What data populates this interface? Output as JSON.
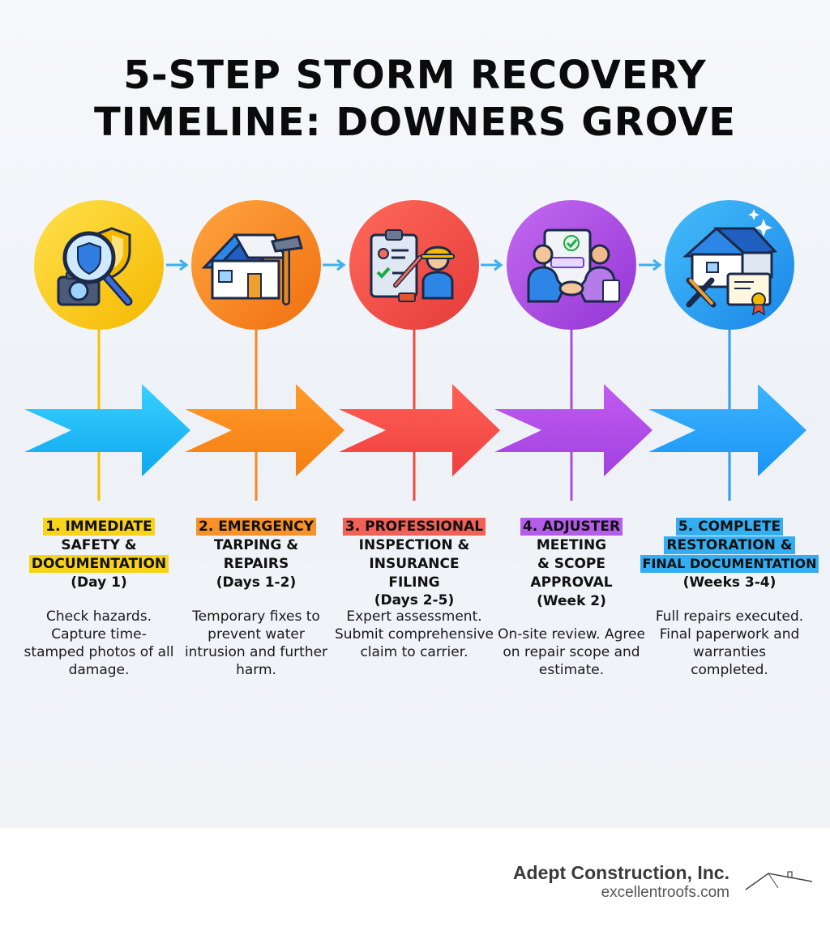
{
  "title": {
    "line1": "5-STEP STORM RECOVERY",
    "line2": "TIMELINE: DOWNERS GROVE"
  },
  "colors": {
    "step1": "#f7c800",
    "step2": "#f7821c",
    "step3": "#f24b45",
    "step4": "#a94ae0",
    "step5": "#1e9ef0",
    "connector": "#3fb0ea"
  },
  "steps": [
    {
      "title_lines": [
        "1. IMMEDIATE",
        "SAFETY &",
        "DOCUMENTATION"
      ],
      "highlighted_lines": [
        0,
        2
      ],
      "when": "(Day 1)",
      "description": "Check hazards. Capture time-stamped photos of all damage.",
      "icon": "magnifier-shield-camera-icon"
    },
    {
      "title_lines": [
        "2. EMERGENCY",
        "TARPING &",
        "REPAIRS"
      ],
      "highlighted_lines": [
        0
      ],
      "when": "(Days 1-2)",
      "description": "Temporary fixes to prevent water intrusion and further harm.",
      "icon": "house-tarp-hammer-icon"
    },
    {
      "title_lines": [
        "3. PROFESSIONAL",
        "INSPECTION &",
        "INSURANCE",
        "FILING"
      ],
      "highlighted_lines": [
        0
      ],
      "when": "(Days 2-5)",
      "description": "Expert assessment. Submit comprehensive claim to carrier.",
      "icon": "clipboard-inspector-icon"
    },
    {
      "title_lines": [
        "4. ADJUSTER",
        "MEETING",
        "& SCOPE",
        "APPROVAL"
      ],
      "highlighted_lines": [
        0
      ],
      "when": "(Week 2)",
      "description": "On-site review. Agree on repair scope and estimate.",
      "icon": "handshake-approval-icon"
    },
    {
      "title_lines": [
        "5. COMPLETE",
        "RESTORATION &",
        "FINAL DOCUMENTATION"
      ],
      "highlighted_lines": [
        0,
        1,
        2
      ],
      "when": "(Weeks 3-4)",
      "description": "Full repairs executed. Final paperwork and warranties completed.",
      "icon": "house-tools-certificate-icon"
    }
  ],
  "footer": {
    "company": "Adept Construction, Inc.",
    "url": "excellentroofs.com",
    "logo_icon": "roofline-logo-icon"
  }
}
